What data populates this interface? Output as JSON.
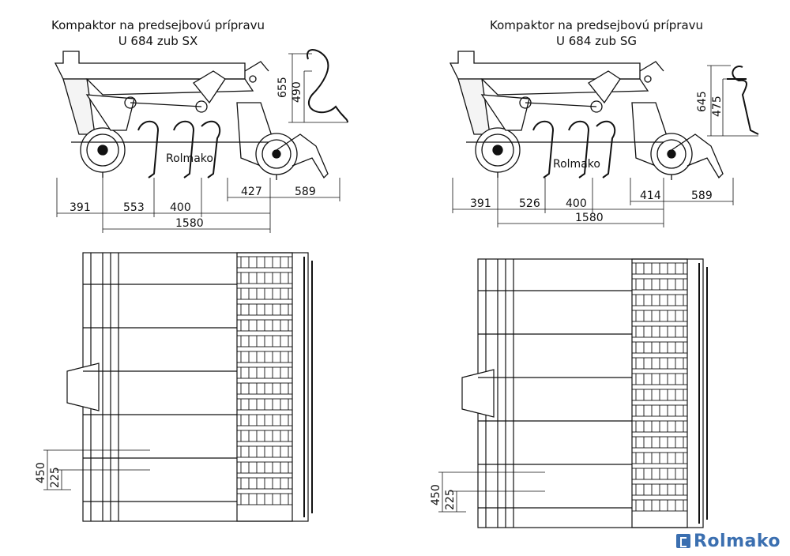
{
  "left": {
    "title_line1": "Kompaktor na predsejbovú prípravu",
    "title_line2": "U 684 zub SX",
    "side_dims": {
      "d1": "391",
      "d2": "553",
      "d3": "400",
      "d4": "427",
      "d5": "589",
      "total": "1580"
    },
    "tine_dims": {
      "height": "655",
      "depth": "490"
    },
    "top_dims": {
      "d1": "450",
      "d2": "225"
    },
    "roller_label": "Rolmako"
  },
  "right": {
    "title_line1": "Kompaktor na predsejbovú prípravu",
    "title_line2": "U 684 zub SG",
    "side_dims": {
      "d1": "391",
      "d2": "526",
      "d3": "400",
      "d4": "414",
      "d5": "589",
      "total": "1580"
    },
    "tine_dims": {
      "height": "645",
      "depth": "475"
    },
    "top_dims": {
      "d1": "450",
      "d2": "225"
    },
    "roller_label": "Rolmako"
  },
  "brand": {
    "name": "Rolmako",
    "color": "#3b6fb0"
  }
}
